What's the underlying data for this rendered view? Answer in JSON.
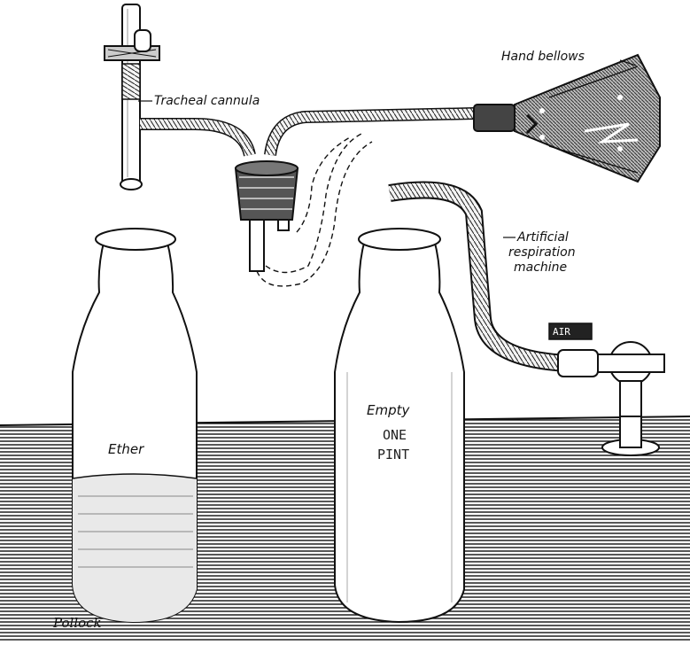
{
  "labels": {
    "hand_bellows": "Hand bellows",
    "tracheal_cannula": "Tracheal cannula",
    "artificial_respiration_1": "Artificial",
    "artificial_respiration_2": "respiration",
    "artificial_respiration_3": "machine",
    "ether": "Ether",
    "empty": "Empty",
    "one": "ONE",
    "pint": "PINT",
    "air": "AIR",
    "signature": "Pollock"
  },
  "colors": {
    "ink": "#111111",
    "paper": "#ffffff",
    "glass_shade": "#e9e9e9"
  }
}
